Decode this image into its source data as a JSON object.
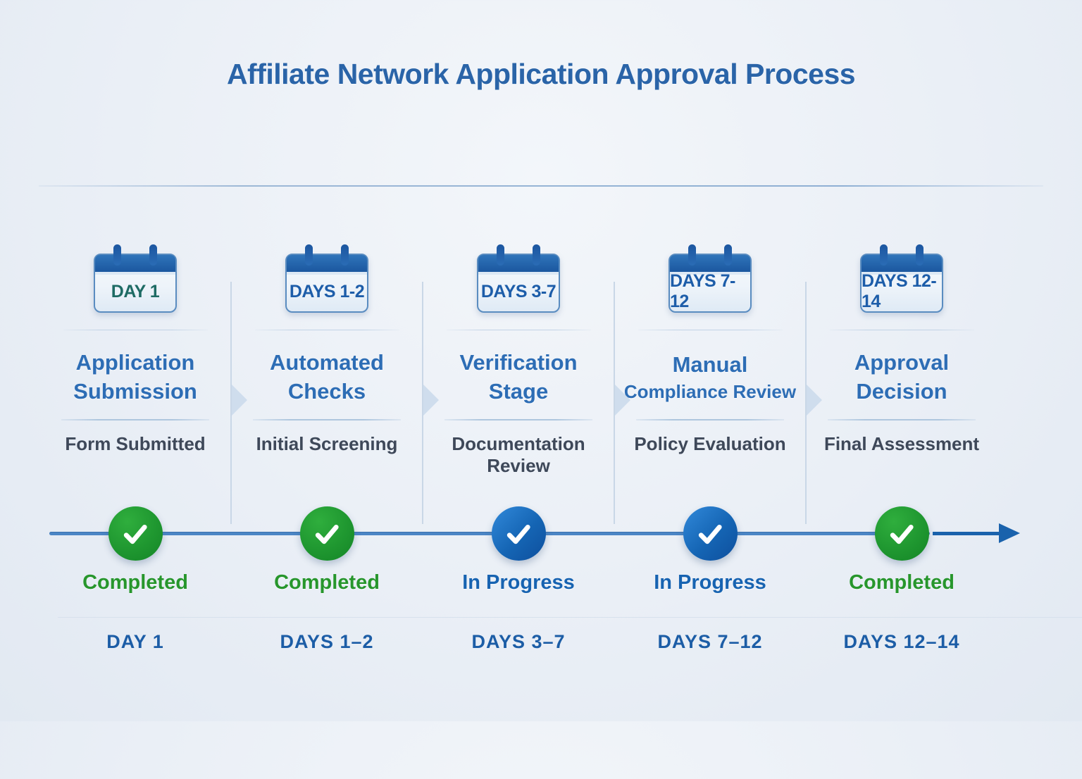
{
  "title": "Affiliate Network Application Approval Process",
  "stages": [
    {
      "id": "application-submission",
      "calendar_label": "DAY 1",
      "calendar_text_color": "#1e6b64",
      "title_lines": [
        "Application",
        "Submission"
      ],
      "subtitle": "Form Submitted",
      "status": "completed",
      "status_label": "Completed",
      "timeline_label": "DAY 1"
    },
    {
      "id": "automated-checks",
      "calendar_label": "DAYS 1-2",
      "calendar_text_color": "#1d5da9",
      "title_lines": [
        "Automated",
        "Checks"
      ],
      "subtitle": "Initial Screening",
      "status": "completed",
      "status_label": "Completed",
      "timeline_label": "DAYS 1–2"
    },
    {
      "id": "verification-stage",
      "calendar_label": "DAYS 3-7",
      "calendar_text_color": "#1d5da9",
      "title_lines": [
        "Verification",
        "Stage"
      ],
      "subtitle": "Documentation Review",
      "status": "in-progress",
      "status_label": "In Progress",
      "timeline_label": "DAYS 3–7"
    },
    {
      "id": "manual-compliance-review",
      "calendar_label": "DAYS 7-12",
      "calendar_text_color": "#1d5da9",
      "title_lines": [
        "Manual",
        "Compliance Review"
      ],
      "compact_line2": true,
      "subtitle": "Policy Evaluation",
      "status": "in-progress",
      "status_label": "In Progress",
      "timeline_label": "DAYS 7–12"
    },
    {
      "id": "approval-decision",
      "calendar_label": "DAYS 12-14",
      "calendar_text_color": "#1d5da9",
      "title_lines": [
        "Approval",
        "Decision"
      ],
      "subtitle": "Final Assessment",
      "status": "completed",
      "status_label": "Completed",
      "timeline_label": "DAYS 12–14"
    }
  ],
  "colors": {
    "title": "#2a64a8",
    "stage_title": "#2d6db5",
    "subtitle_text": "#3e4859",
    "completed_circle": "#1f9730",
    "in_progress_circle": "#1565b4",
    "completed_label": "#27962c",
    "in_progress_label": "#1763b1",
    "timeline_line": "#4b86c5",
    "timeline_arrow": "#1a62ac",
    "calendar_header": "#1f5ca8"
  },
  "icons": {
    "stage_node": "check-icon",
    "stage_calendar": "calendar-icon",
    "column_flow": "chevron-right-icon",
    "timeline_end": "arrow-right-icon"
  }
}
